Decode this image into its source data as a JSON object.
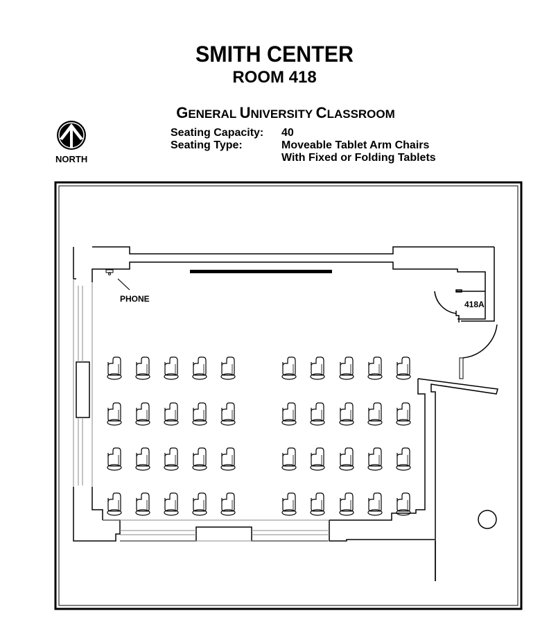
{
  "header": {
    "building": "SMITH CENTER",
    "room": "ROOM 418",
    "room_type_parts": [
      {
        "big": "G",
        "small": "ENERAL "
      },
      {
        "big": "U",
        "small": "NIVERSITY "
      },
      {
        "big": "C",
        "small": "LASSROOM"
      }
    ],
    "seating_capacity_label": "Seating Capacity:",
    "seating_capacity_value": "40",
    "seating_type_label": "Seating Type:",
    "seating_type_line1": "Moveable Tablet Arm Chairs",
    "seating_type_line2": "With Fixed or Folding Tablets"
  },
  "compass": {
    "icon": "north-arrow-icon",
    "label": "NORTH"
  },
  "floor_plan": {
    "labels": {
      "phone": "PHONE",
      "closet": "418A"
    },
    "seating": {
      "rows": 4,
      "columns_per_group": 5,
      "groups": 2,
      "total": 40,
      "chair_icon": "tablet-arm-chair-icon"
    },
    "features": [
      "whiteboard",
      "phone",
      "closet-418A",
      "entry-door",
      "windows-west",
      "windows-south",
      "column"
    ]
  },
  "colors": {
    "ink": "#000000",
    "background": "#ffffff",
    "window_line": "#888888"
  }
}
